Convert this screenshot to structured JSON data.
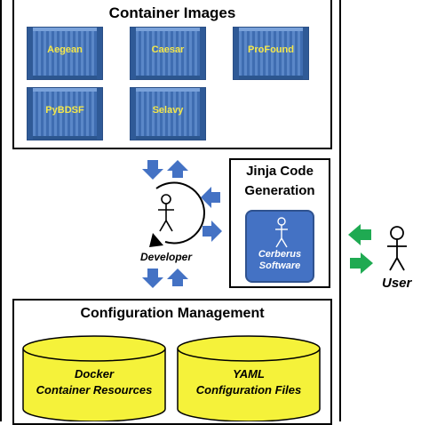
{
  "container_images": {
    "title": "Container Images",
    "items": [
      "Aegean",
      "Caesar",
      "ProFound",
      "PyBDSF",
      "Selavy"
    ]
  },
  "jinja": {
    "title_line1": "Jinja Code",
    "title_line2": "Generation",
    "software_line1": "Cerberus",
    "software_line2": "Software"
  },
  "developer": {
    "label": "Developer"
  },
  "user": {
    "label": "User"
  },
  "config": {
    "title": "Configuration Management",
    "docker_line1": "Docker",
    "docker_line2": "Container Resources",
    "yaml_line1": "YAML",
    "yaml_line2": "Configuration Files"
  },
  "colors": {
    "arrow_blue": "#4472c4",
    "arrow_green": "#1faa52",
    "cylinder_yellow": "#f5f23a",
    "container_label": "#f4e74a"
  }
}
